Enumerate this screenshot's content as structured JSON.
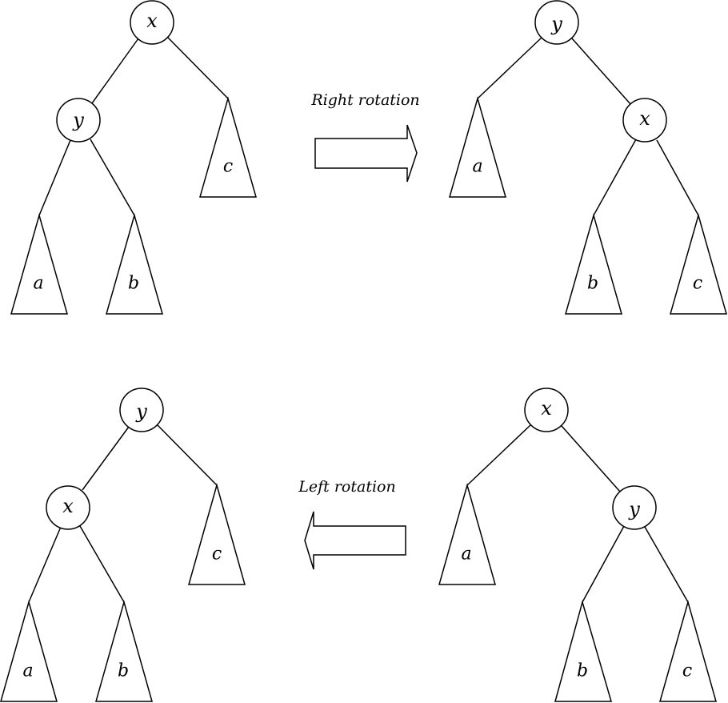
{
  "top_row": {
    "before": {
      "root": "x",
      "child": "y",
      "subtrees": [
        "a",
        "b",
        "c"
      ]
    },
    "caption": "Right rotation",
    "after": {
      "root": "y",
      "child": "x",
      "subtrees": [
        "a",
        "b",
        "c"
      ]
    }
  },
  "bottom_row": {
    "result": {
      "root": "y",
      "child": "x",
      "subtrees": [
        "a",
        "b",
        "c"
      ]
    },
    "caption": "Left rotation",
    "source": {
      "root": "x",
      "child": "y",
      "subtrees": [
        "a",
        "b",
        "c"
      ]
    }
  }
}
